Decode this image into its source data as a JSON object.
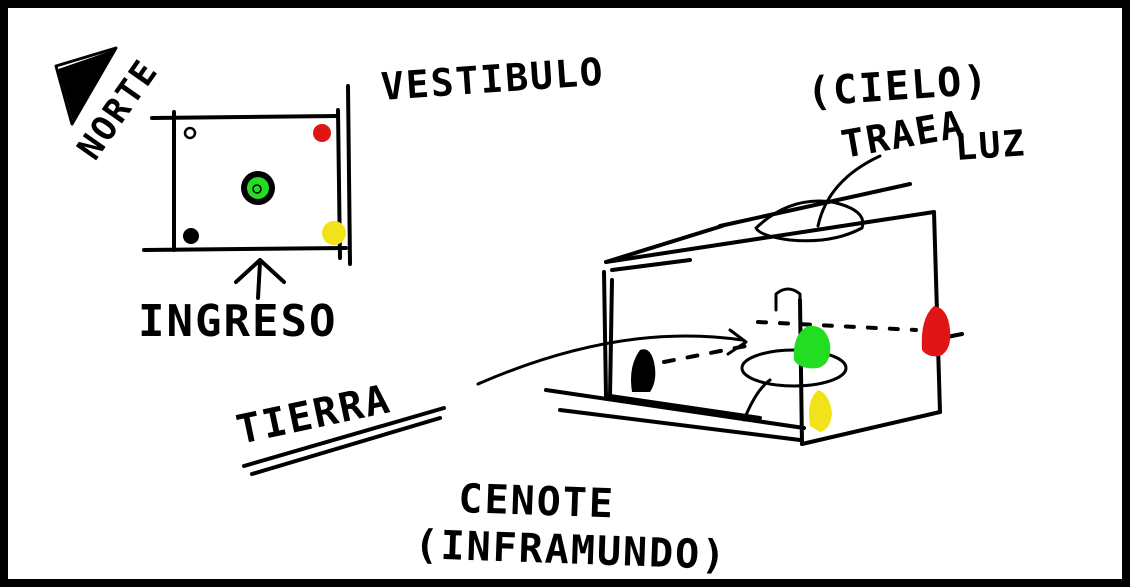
{
  "labels": {
    "norte": "NORTE",
    "vestibulo": "VESTIBULO",
    "ingreso": "INGRESO",
    "cielo": "(CIELO)",
    "traea": "TRAEA",
    "luz": "LUZ",
    "tierra": "TIERRA",
    "cenote": "CENOTE",
    "inframundo": "(INFRAMUNDO)"
  },
  "colors": {
    "ink": "#000000",
    "red": "#e01515",
    "green": "#22dd22",
    "yellow": "#f2e21a",
    "black_dot": "#000000",
    "paper": "#ffffff"
  }
}
